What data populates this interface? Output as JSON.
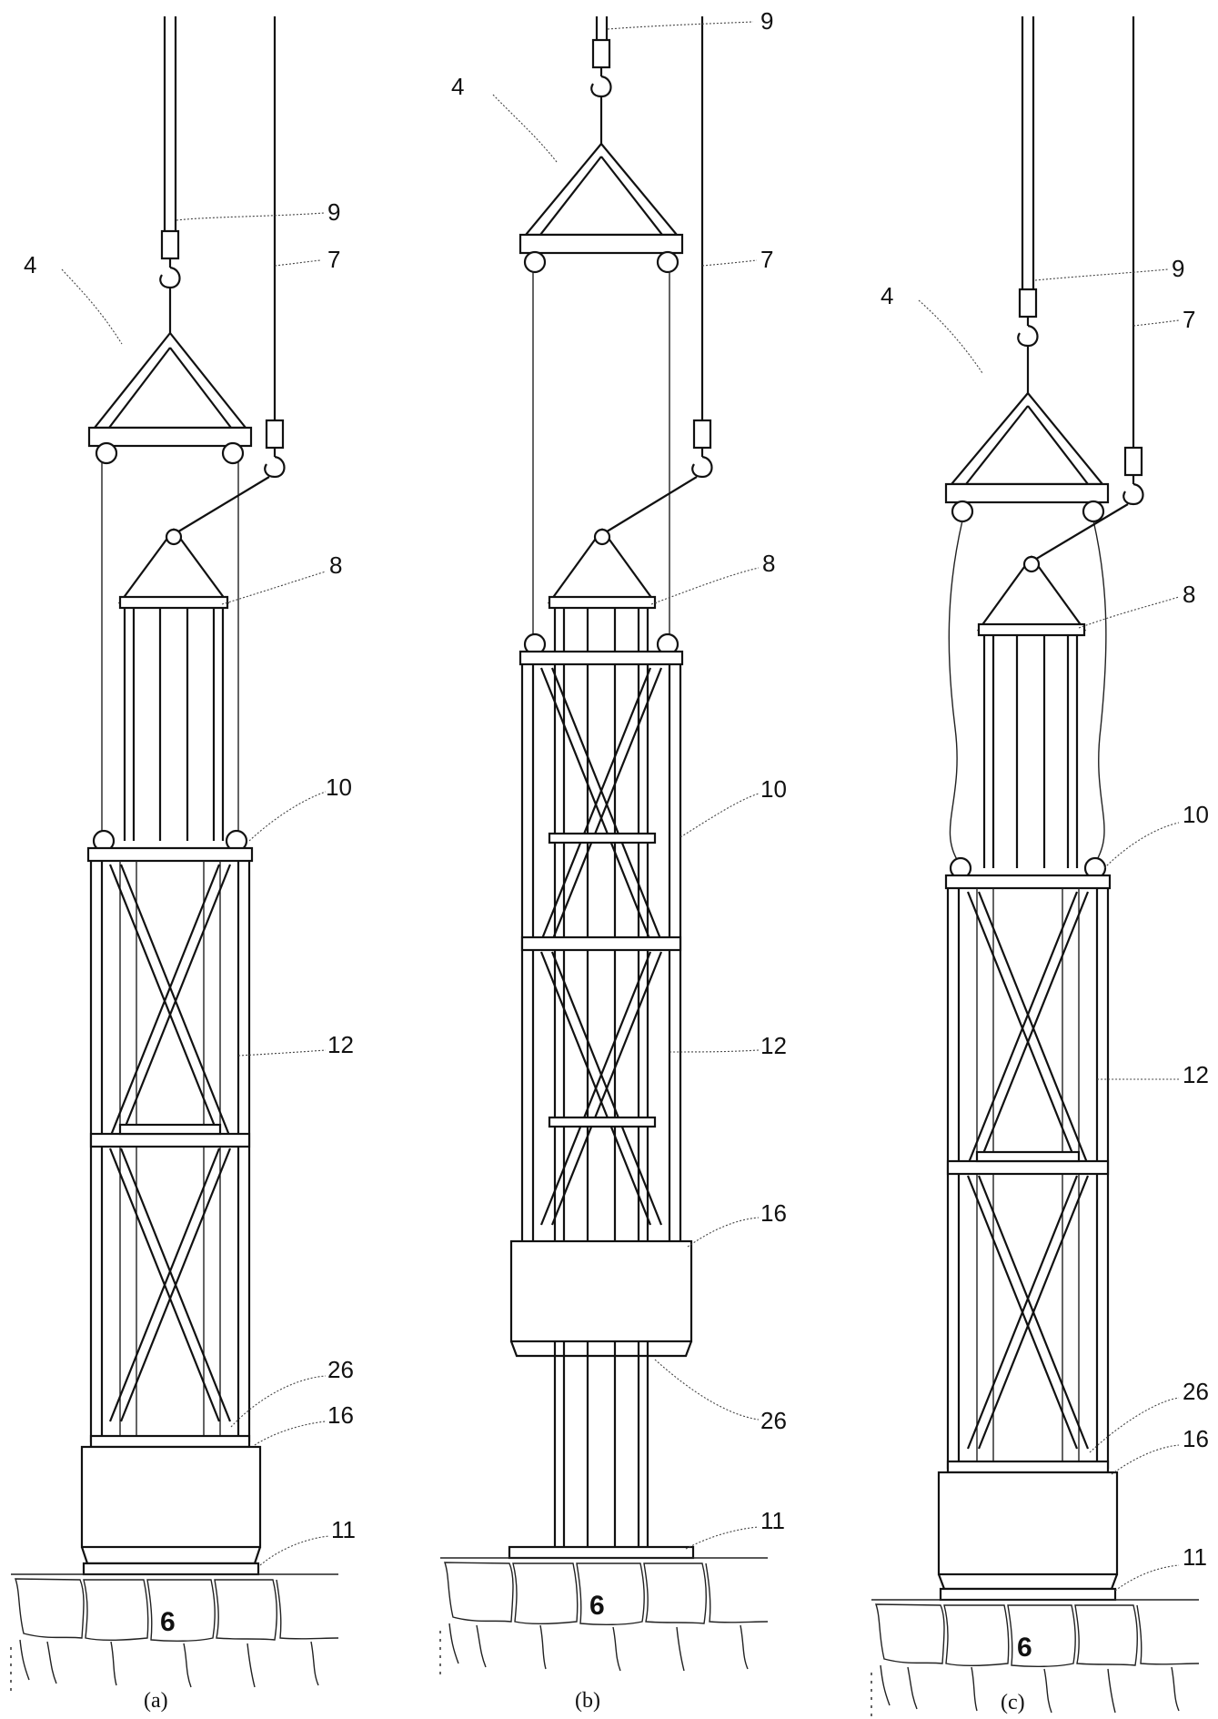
{
  "figure": {
    "panels": [
      {
        "id": "a",
        "caption": "(a)",
        "labels": {
          "hook_rope": "9",
          "aux_rope": "7",
          "beam": "4",
          "top_frame": "8",
          "upper_frame": "10",
          "truss": "12",
          "pin": "26",
          "block": "16",
          "base": "11",
          "rock": "6"
        }
      },
      {
        "id": "b",
        "caption": "(b)",
        "labels": {
          "hook_rope": "9",
          "aux_rope": "7",
          "beam": "4",
          "top_frame": "8",
          "upper_frame": "10",
          "truss": "12",
          "block": "16",
          "pin": "26",
          "base": "11",
          "rock": "6"
        }
      },
      {
        "id": "c",
        "caption": "(c)",
        "labels": {
          "hook_rope": "9",
          "aux_rope": "7",
          "beam": "4",
          "top_frame": "8",
          "upper_frame": "10",
          "truss": "12",
          "pin": "26",
          "block": "16",
          "base": "11",
          "rock": "6"
        }
      }
    ]
  }
}
